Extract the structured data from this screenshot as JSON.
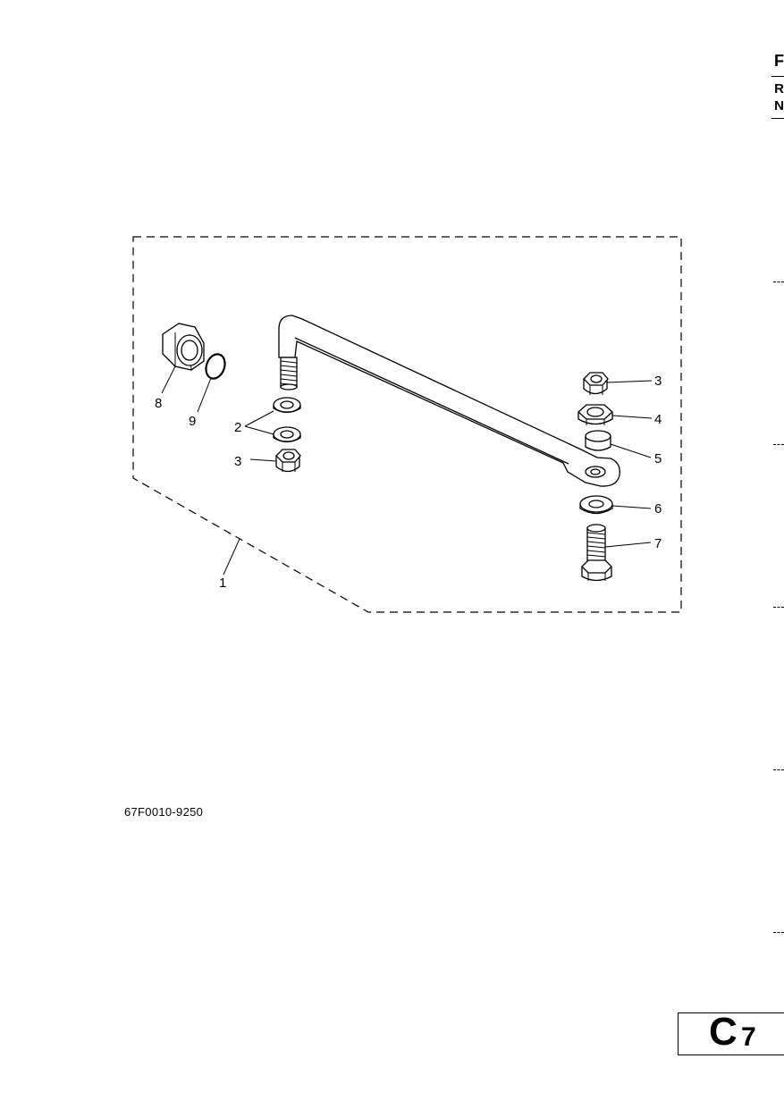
{
  "header": {
    "letter_f": "F",
    "letter_r": "R",
    "letter_n": "N"
  },
  "diagram": {
    "callouts": {
      "c1": "1",
      "c2": "2",
      "c3a": "3",
      "c3b": "3",
      "c4": "4",
      "c5": "5",
      "c6": "6",
      "c7": "7",
      "c8": "8",
      "c9": "9"
    }
  },
  "footer": {
    "part_code": "67F0010-9250"
  },
  "page_tag": {
    "letter": "C",
    "number": "7"
  }
}
